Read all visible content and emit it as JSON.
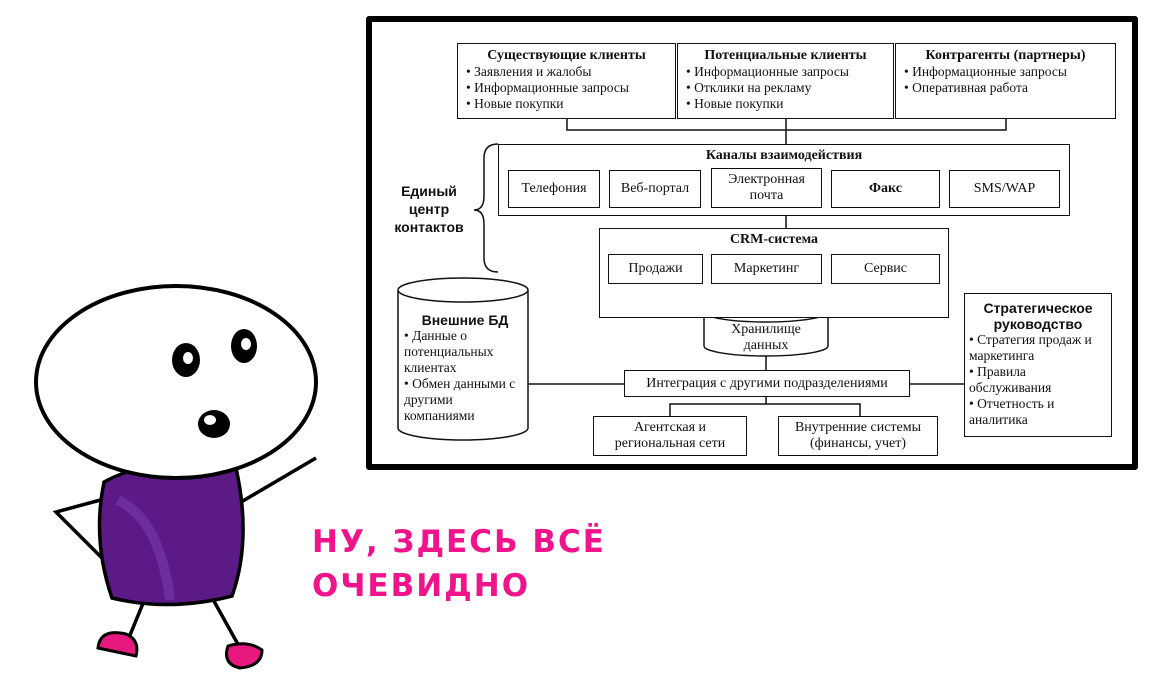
{
  "diagram": {
    "existing_clients": {
      "title": "Существующие клиенты",
      "items": [
        "Заявления и жалобы",
        "Информационные запросы",
        "Новые покупки"
      ]
    },
    "potential_clients": {
      "title": "Потенциальные клиенты",
      "items": [
        "Информационные запросы",
        "Отклики на рекламу",
        "Новые покупки"
      ]
    },
    "partners": {
      "title": "Контрагенты (партнеры)",
      "items": [
        "Информационные запросы",
        "Оперативная работа"
      ]
    },
    "contact_center_label": [
      "Единый",
      "центр",
      "контактов"
    ],
    "channels": {
      "title": "Каналы взаимодействия",
      "items": [
        "Телефония",
        "Веб-портал",
        "Электронная почта",
        "Факс",
        "SMS/WAP"
      ]
    },
    "crm": {
      "title": "CRM-система",
      "items": [
        "Продажи",
        "Маркетинг",
        "Сервис"
      ]
    },
    "storage": "Хранилище данных",
    "external_db": {
      "title": "Внешние БД",
      "items": [
        "Данные о потенциальных клиентах",
        "Обмен данными с другими компаниями"
      ]
    },
    "strategic": {
      "title": "Стратегическое руководство",
      "items": [
        "Стратегия продаж и маркетинга",
        "Правила обслуживания",
        "Отчетность и аналитика"
      ]
    },
    "integration": "Интеграция с другими подразделениями",
    "agency": "Агентская и региональная сети",
    "internal_systems": "Внутренние системы (финансы, учет)"
  },
  "caption": "НУ, ЗДЕСЬ ВСЁ ОЧЕВИДНО",
  "colors": {
    "caption": "#f0148c",
    "shirt": "#5b1a86",
    "shoes": "#e8197e"
  }
}
